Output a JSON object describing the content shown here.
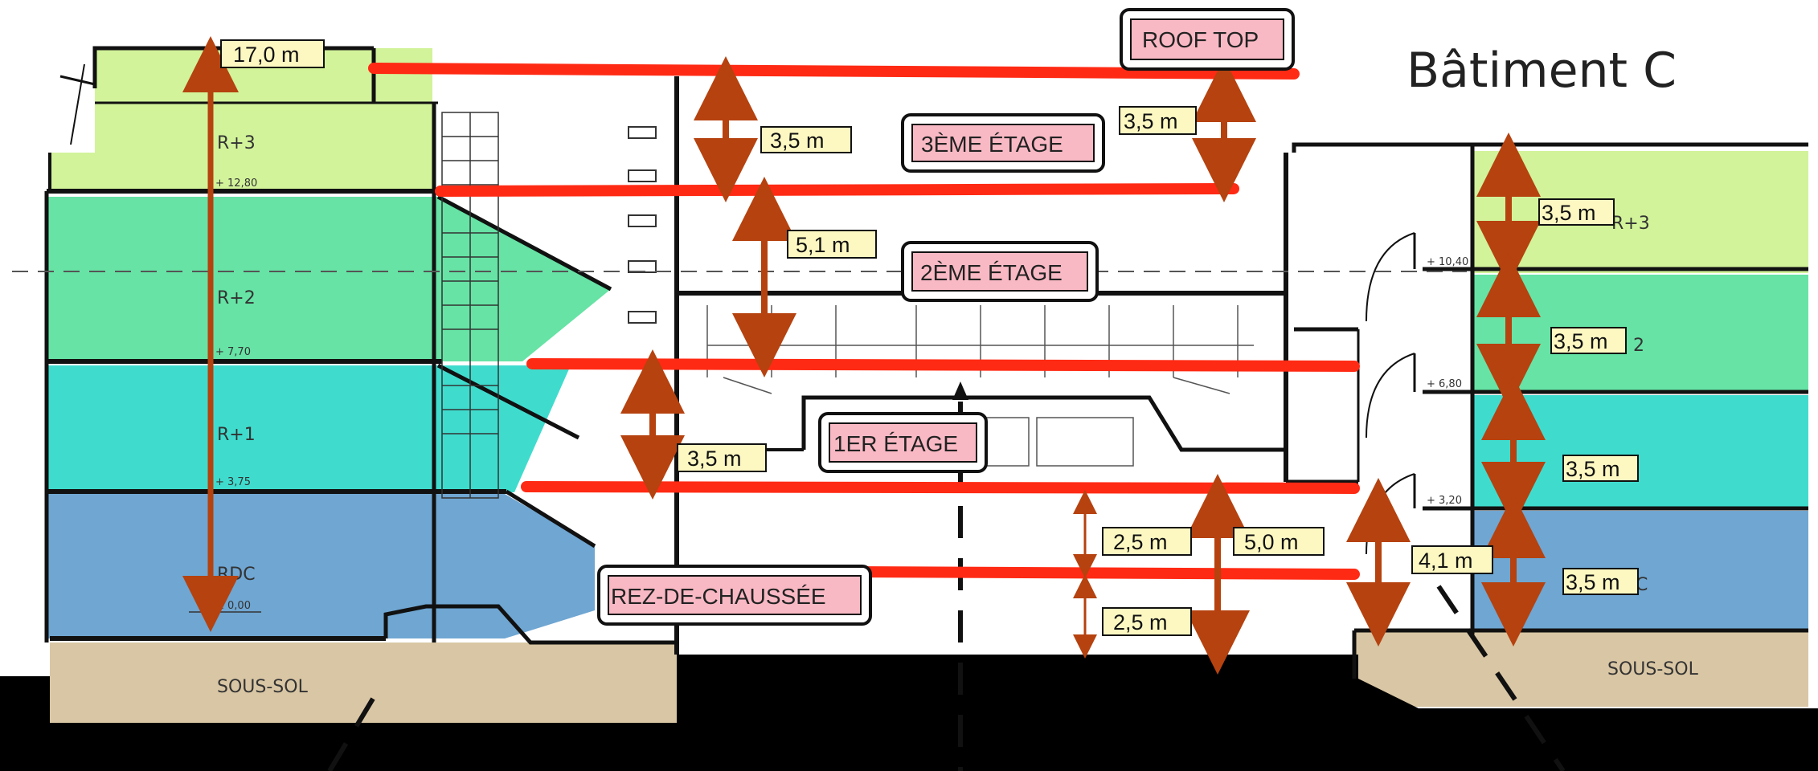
{
  "title": "Bâtiment C",
  "floors_left": {
    "r3": "R+3",
    "r2": "R+2",
    "r1": "R+1",
    "rdc": "RDC",
    "ss": "SOUS-SOL",
    "e3": "+ 12,80",
    "e2": "+ 7,70",
    "e1": "+ 3,75",
    "e0": "± 0,00"
  },
  "floors_right": {
    "r3": "R+3",
    "r2": "2",
    "r1": "",
    "rdc": "C",
    "ss": "SOUS-SOL",
    "e3": "+ 10,40",
    "e2": "+ 6,80",
    "e1": "+ 3,20"
  },
  "levels": {
    "roof": "ROOF TOP",
    "third": "3ÈME ÉTAGE",
    "second": "2ÈME ÉTAGE",
    "first": "1ER ÉTAGE",
    "ground": "REZ-DE-CHAUSSÉE"
  },
  "dimensions": {
    "total": "17,0 m",
    "roof_to_third_center": "3,5 m",
    "roof_to_third_right": "3,5 m",
    "third_to_second": "5,1 m",
    "second_to_first": "3,5 m",
    "first_to_ground_upper": "2,5 m",
    "first_to_ground_lower": "2,5 m",
    "first_to_basement": "5,0 m",
    "right_entry": "4,1 m",
    "right_r3": "3,5 m",
    "right_r2": "3,5 m",
    "right_r1": "3,5 m",
    "right_rdc": "3,5 m"
  },
  "colors": {
    "r3": "#d2f39a",
    "r2": "#66e3a5",
    "r1": "#3fdcce",
    "rdc": "#6fa6d2",
    "basement": "#d9c6a4",
    "level_line": "#ff2a14",
    "arrow": "#b5420f",
    "dim_label": "#fdf8c2",
    "level_label": "#f9b9c4"
  }
}
